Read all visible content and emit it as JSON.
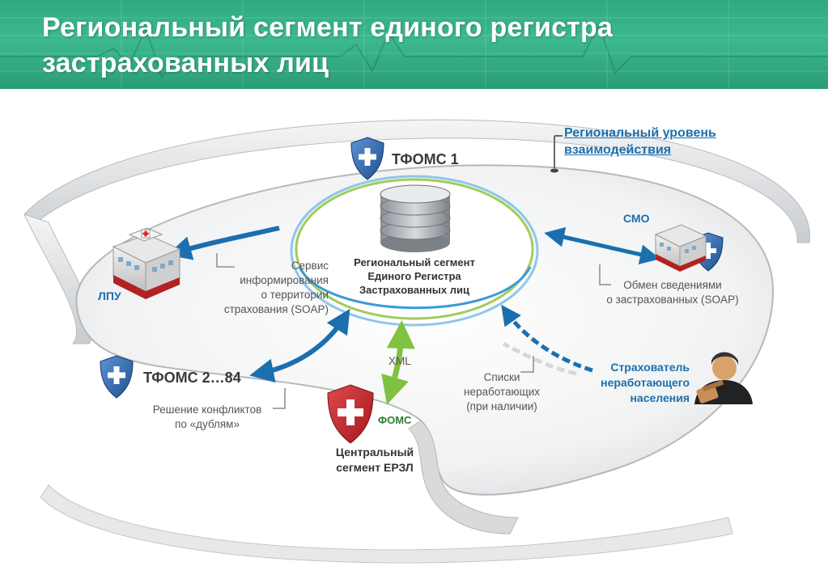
{
  "header": {
    "title_line1": "Региональный сегмент единого регистра",
    "title_line2": "застрахованных лиц"
  },
  "level_label": {
    "line1": "Региональный уровень",
    "line2": "взаимодействия"
  },
  "center": {
    "line1": "Региональный сегмент",
    "line2": "Единого Регистра",
    "line3": "Застрахованных лиц"
  },
  "nodes": {
    "tfoms1": "ТФОМС 1",
    "lpu": "ЛПУ",
    "smo": "СМО",
    "tfoms2": "ТФОМС 2…84",
    "foms": "ФОМС",
    "central": {
      "line1": "Центральный",
      "line2": "сегмент ЕРЗЛ"
    },
    "employer": {
      "line1": "Страхователь",
      "line2": "неработающего",
      "line3": "населения"
    }
  },
  "notes": {
    "lpu_service": {
      "line1": "Сервис",
      "line2": "информирования",
      "line3": "о территории",
      "line4": "страхования (SOAP)"
    },
    "smo_exchange": {
      "line1": "Обмен сведениями",
      "line2": "о застрахованных (SOAP)"
    },
    "conflicts": {
      "line1": "Решение конфликтов",
      "line2": "по «дублям»"
    },
    "xml": "XML",
    "lists": {
      "line1": "Списки",
      "line2": "неработающих",
      "line3": "(при наличии)"
    }
  },
  "icons": {
    "shield": "shield-plus-icon",
    "database": "database-icon",
    "hospital": "hospital-building-icon",
    "person": "person-icon"
  },
  "colors": {
    "header": "#3cb890",
    "accent_blue": "#1b6fae",
    "accent_green": "#7fc241",
    "shield_blue": "#2f6fb5",
    "shield_red": "#c8262a"
  }
}
